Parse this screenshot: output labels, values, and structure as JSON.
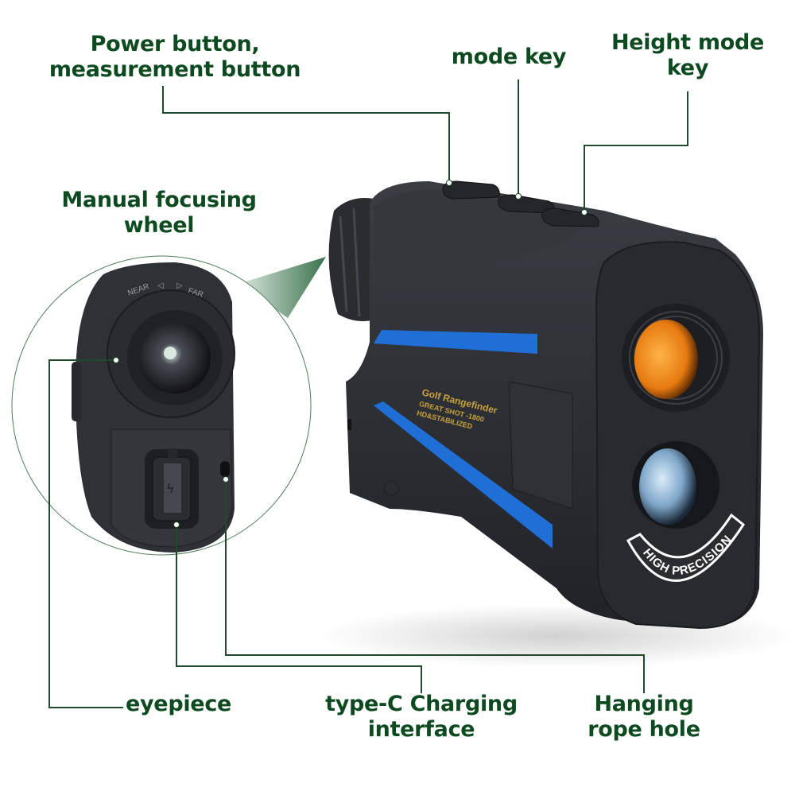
{
  "callouts": {
    "power": {
      "lines": [
        "Power button,",
        "measurement button"
      ]
    },
    "mode": {
      "lines": [
        "mode key"
      ]
    },
    "height_mode": {
      "lines": [
        "Height mode",
        "key"
      ]
    },
    "focus_wheel": {
      "lines": [
        "Manual focusing",
        "wheel"
      ]
    },
    "eyepiece": {
      "lines": [
        "eyepiece"
      ]
    },
    "type_c": {
      "lines": [
        "type-C Charging",
        "interface"
      ]
    },
    "rope_hole": {
      "lines": [
        "Hanging",
        "rope hole"
      ]
    }
  },
  "device": {
    "brand_line": "Golf Rangefinder",
    "model_line": "GREAT SHOT -1800",
    "feature_line": "HD&STABILIZED",
    "badge": "HIGH PRECISION",
    "focus_near": "NEAR",
    "focus_far": "FAR"
  },
  "colors": {
    "label_green": "#0d4a20",
    "leader_line": "#1f4a2c",
    "body_dark": "#2b2e33",
    "accent_blue": "#1f6fd6",
    "lens_orange": "#f08a1a",
    "lens_blue": "#8fb6d8",
    "print_gold": "#c9a23a"
  }
}
